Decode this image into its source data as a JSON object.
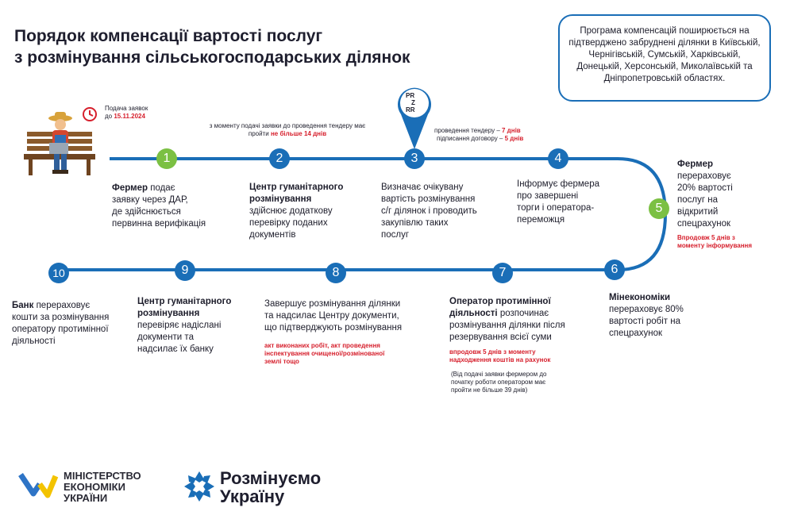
{
  "title": {
    "line1": "Порядок компенсації вартості послуг",
    "line2": "з розмінування сільськогосподарських ділянок"
  },
  "info_box": {
    "text": "Програма компенсацій поширюється на підтверджено забруднені ділянки в Київській, Чернігівській, Сумській, Харківській, Донецькій, Херсонській, Миколаївській та Дніпропетровській областях."
  },
  "deadline": {
    "label": "Подача заявок",
    "prefix": "до",
    "date": "15.11.2024"
  },
  "prozorro": {
    "l1": "PR",
    "l2": "Z",
    "l3": "RR"
  },
  "notes": {
    "n1": {
      "text": "з моменту подачі заявки до проведення тендеру має пройти",
      "highlight": "не більше 14 днів"
    },
    "n2a": {
      "text": "проведення тендеру –",
      "highlight": "7 днів"
    },
    "n2b": {
      "text": "підписання договору –",
      "highlight": "5 днів"
    }
  },
  "steps": [
    {
      "num": "1",
      "bold": "Фермер",
      "text1": " подає",
      "text2": "заявку через ДАР,",
      "text3": "де здійснюється",
      "text4": "первинна верифікація"
    },
    {
      "num": "2",
      "bold1": "Центр гуманітарного",
      "bold2": "розмінування",
      "text1": "здійснює додаткову",
      "text2": "перевірку поданих",
      "text3": "документів"
    },
    {
      "num": "3",
      "text1": "Визначає очікувану",
      "text2": "вартість розмінування",
      "text3": "с/г ділянок і проводить",
      "text4": "закупівлю таких",
      "text5": "послуг"
    },
    {
      "num": "4",
      "text1": "Інформує фермера",
      "text2": "про завершені",
      "text3": "торги і оператора-",
      "text4": "переможця"
    },
    {
      "num": "5",
      "bold": "Фермер",
      "text1": "перераховує",
      "text2": "20% вартості",
      "text3": "послуг на",
      "text4": "відкритий",
      "text5": "спецрахунок",
      "note1": "Впродовж 5 днів з",
      "note2": "моменту інформування"
    },
    {
      "num": "6",
      "bold": "Мінекономіки",
      "text1": "перераховує 80%",
      "text2": "вартості робіт на",
      "text3": "спецрахунок"
    },
    {
      "num": "7",
      "bold1": "Оператор протимінної",
      "bold2": "діяльності",
      "text1": " розпочинає",
      "text2": "розмінування ділянки після",
      "text3": "резервування всієї суми",
      "note1": "впродовж 5 днів з моменту",
      "note2": "надходження коштів на рахунок",
      "extra1": "(Від подачі заявки фермером до",
      "extra2": "початку роботи оператором має",
      "extra3": "пройти не більше 39 днів)"
    },
    {
      "num": "8",
      "text1": "Завершує розмінування ділянки",
      "text2": "та надсилає Центру документи,",
      "text3": "що підтверджують розмінування",
      "note1": "акт виконаних робіт, акт проведення",
      "note2": "інспектування очищеної/розмінованої",
      "note3": "землі тощо"
    },
    {
      "num": "9",
      "bold1": "Центр гуманітарного",
      "bold2": "розмінування",
      "text1": "перевіряє надіслані",
      "text2": "документи та",
      "text3": "надсилає їх банку"
    },
    {
      "num": "10",
      "bold": "Банк",
      "text1": " перераховує",
      "text2": "кошти за розмінування",
      "text3": "оператору протимінної",
      "text4": "діяльності"
    }
  ],
  "logos": {
    "ministry1": "МІНІСТЕРСТВО",
    "ministry2": "ЕКОНОМІКИ",
    "ministry3": "УКРАЇНИ",
    "demine1": "Розмінуємо",
    "demine2": "Україну"
  },
  "colors": {
    "accent": "#1a6eb7",
    "green": "#7bc043",
    "red": "#d61f2c"
  }
}
